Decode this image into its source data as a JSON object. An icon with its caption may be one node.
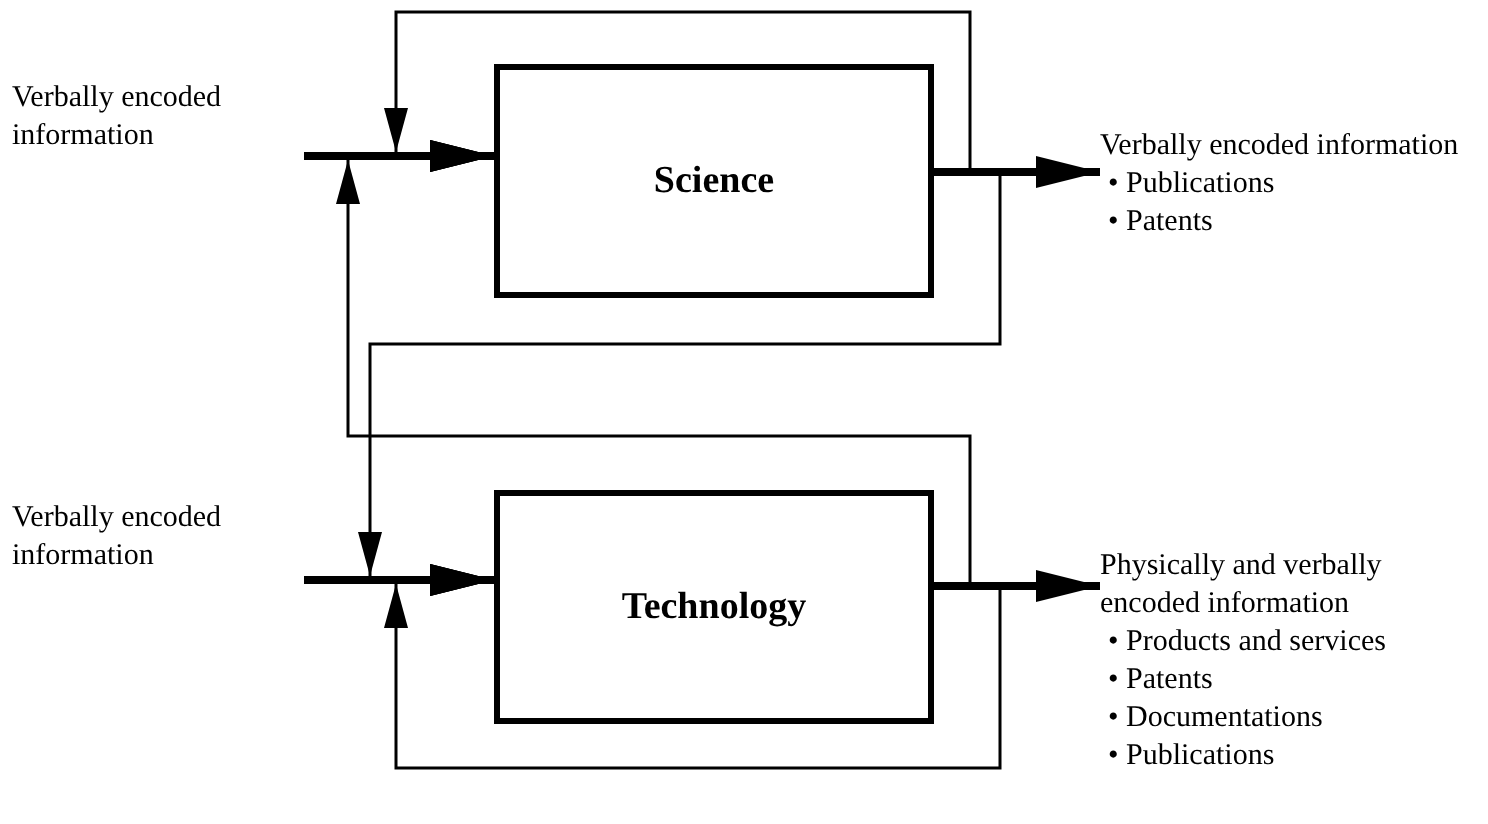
{
  "diagram": {
    "nodes": [
      {
        "text": [
          "Verbally encoded information"
        ]
      },
      {
        "text": [
          "Science"
        ]
      },
      {
        "text": [
          "Verbally encoded information",
          "• Publications",
          "• Patents"
        ]
      },
      {
        "text": [
          "Verbally encoded information"
        ]
      },
      {
        "text": [
          "Technology"
        ]
      },
      {
        "text": [
          "Physically and verbally encoded information",
          "• Products and services",
          "• Patents",
          "• Documentations",
          "• Publications"
        ]
      }
    ],
    "edges": [
      {
        "from": 0,
        "to": 1,
        "arrow": "to",
        "style": "thick"
      },
      {
        "from": 1,
        "to": 2,
        "arrow": "to",
        "style": "thick"
      },
      {
        "from": 1,
        "to": 1,
        "arrow": "to"
      },
      {
        "from": 1,
        "to": 4,
        "arrow": "to"
      },
      {
        "from": 4,
        "to": 1,
        "arrow": "to"
      },
      {
        "from": 4,
        "to": 4,
        "arrow": "to"
      },
      {
        "from": 3,
        "to": 4,
        "arrow": "to",
        "style": "thick"
      },
      {
        "from": 4,
        "to": 5,
        "arrow": "to",
        "style": "thick"
      }
    ]
  }
}
